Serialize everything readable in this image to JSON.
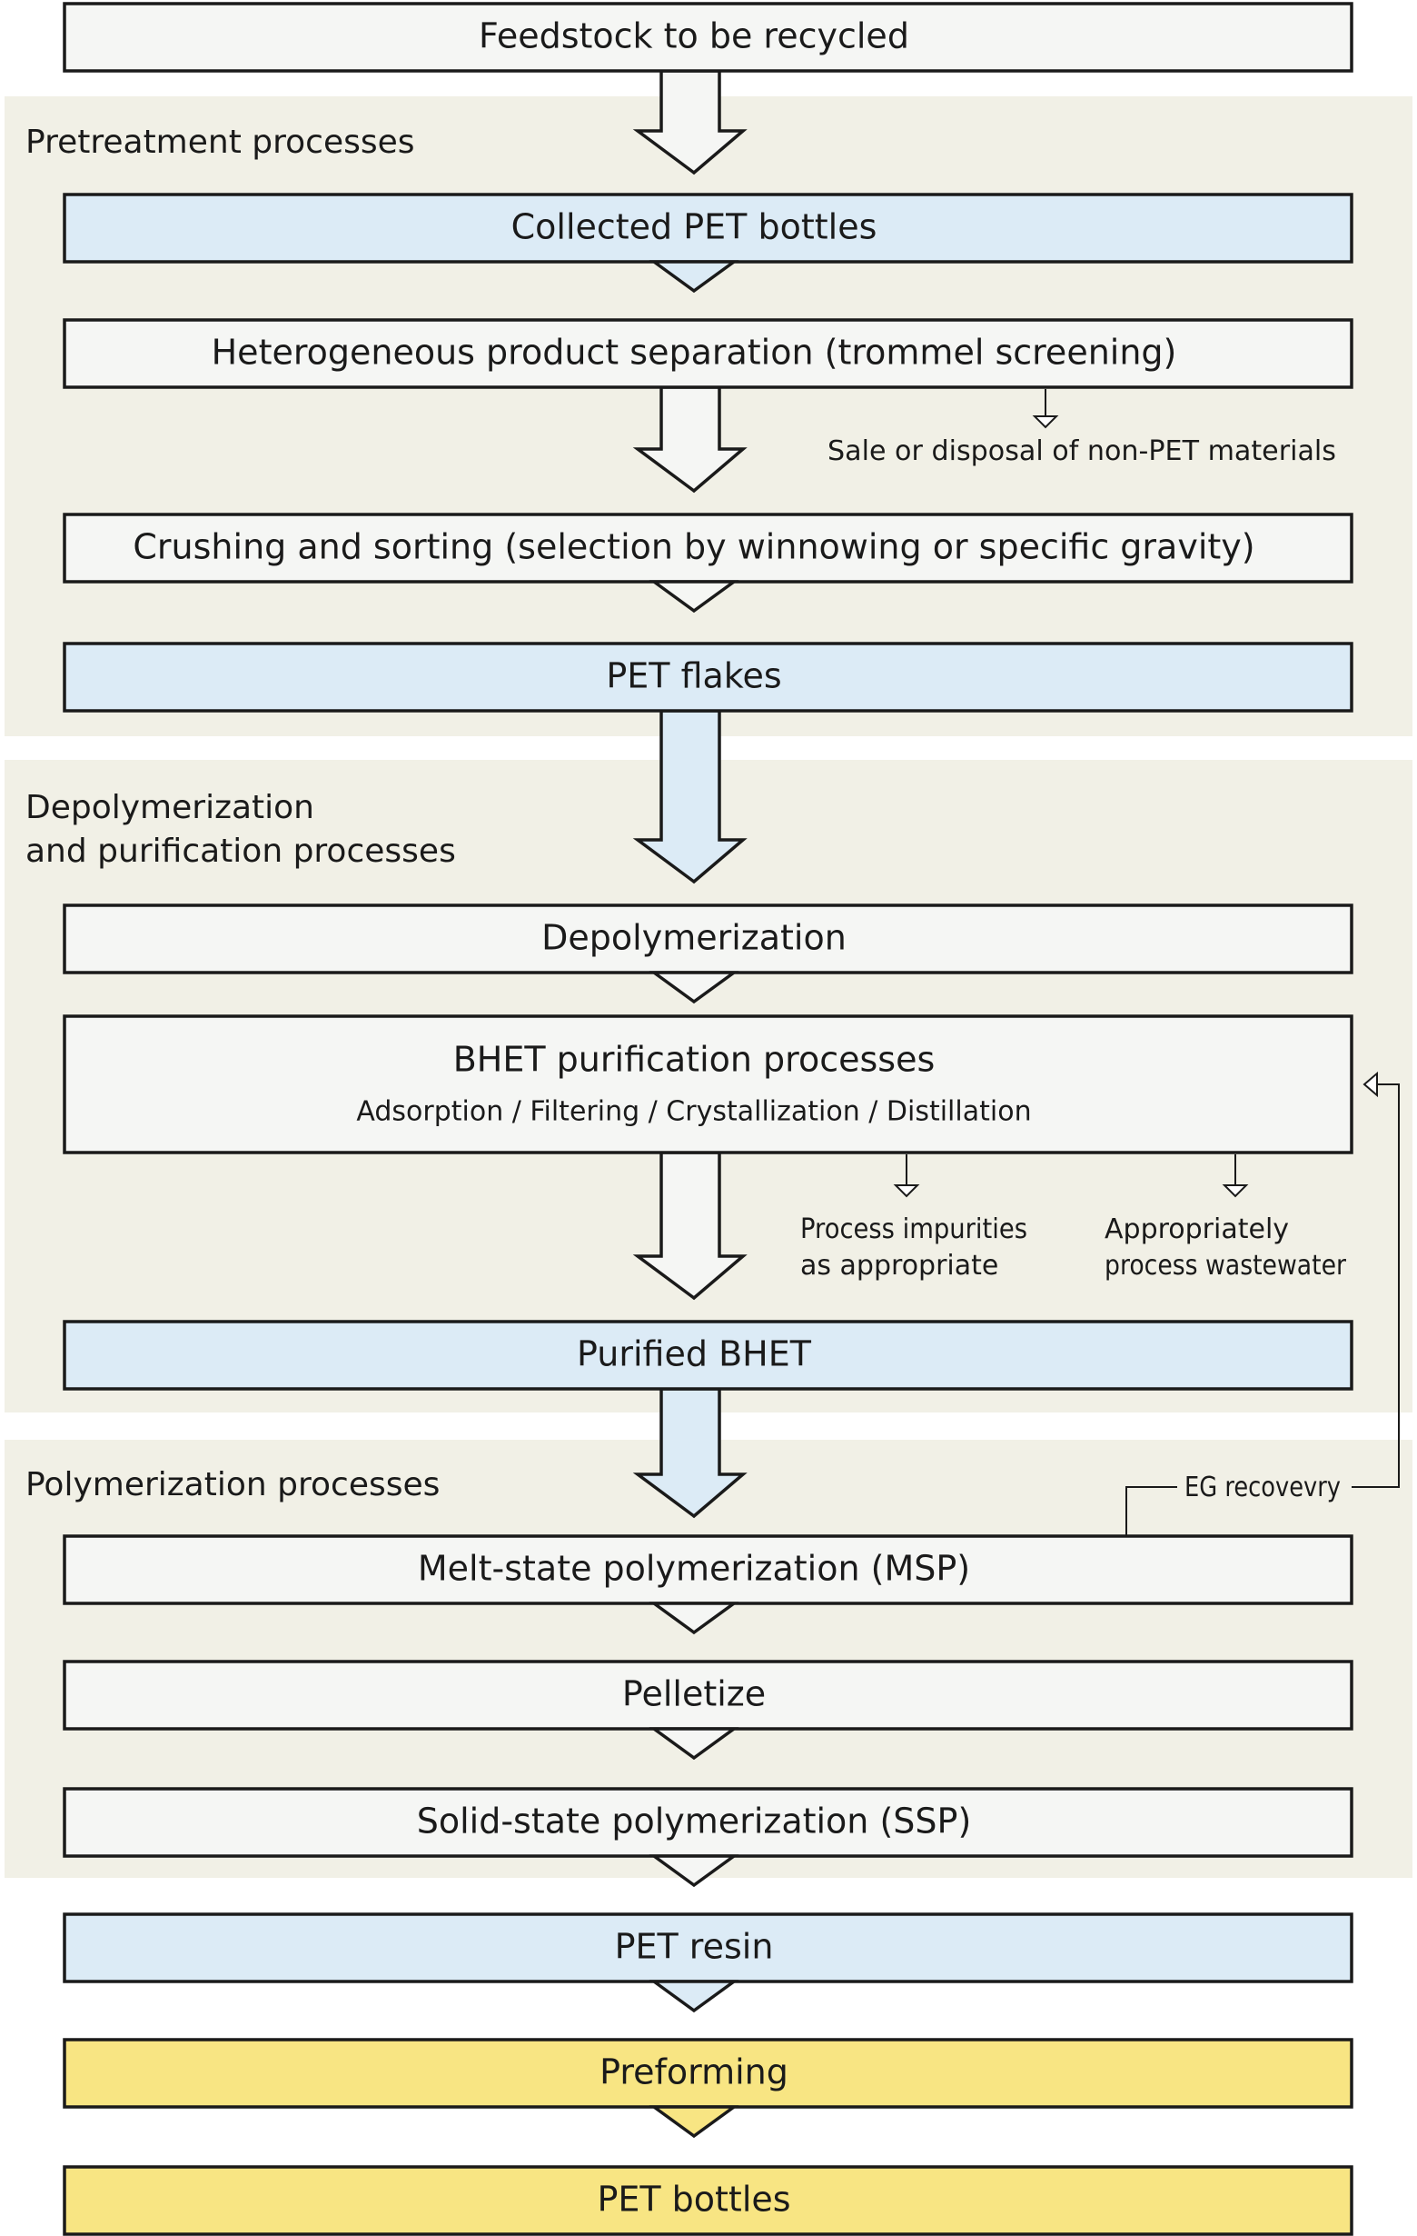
{
  "colors": {
    "section_bg": "#f1f0e6",
    "box_default": "#f5f6f4",
    "box_highlight": "#dcebf6",
    "box_final": "#f8e583",
    "stroke": "#1a1a1a"
  },
  "top": {
    "feedstock": "Feedstock to be recycled"
  },
  "pretreatment": {
    "title": "Pretreatment processes",
    "collected": "Collected PET bottles",
    "separation": "Heterogeneous product separation (trommel screening)",
    "side_output": "Sale or disposal of non-PET materials",
    "crushing": "Crushing and sorting (selection by winnowing or specific gravity)",
    "flakes": "PET flakes"
  },
  "depolymerization": {
    "title_line1": "Depolymerization",
    "title_line2": "and purification processes",
    "depoly": "Depolymerization",
    "bhet_title": "BHET purification processes",
    "bhet_subtitle": "Adsorption / Filtering / Crystallization / Distillation",
    "impurities_line1": "Process impurities",
    "impurities_line2": "as appropriate",
    "wastewater_line1": "Appropriately",
    "wastewater_line2": "process wastewater",
    "purified": "Purified BHET"
  },
  "polymerization": {
    "title": "Polymerization processes",
    "eg_recovery": "EG recovevry",
    "msp": "Melt-state polymerization (MSP)",
    "pelletize": "Pelletize",
    "ssp": "Solid-state polymerization (SSP)"
  },
  "output": {
    "resin": "PET resin",
    "preforming": "Preforming",
    "bottles": "PET bottles"
  }
}
